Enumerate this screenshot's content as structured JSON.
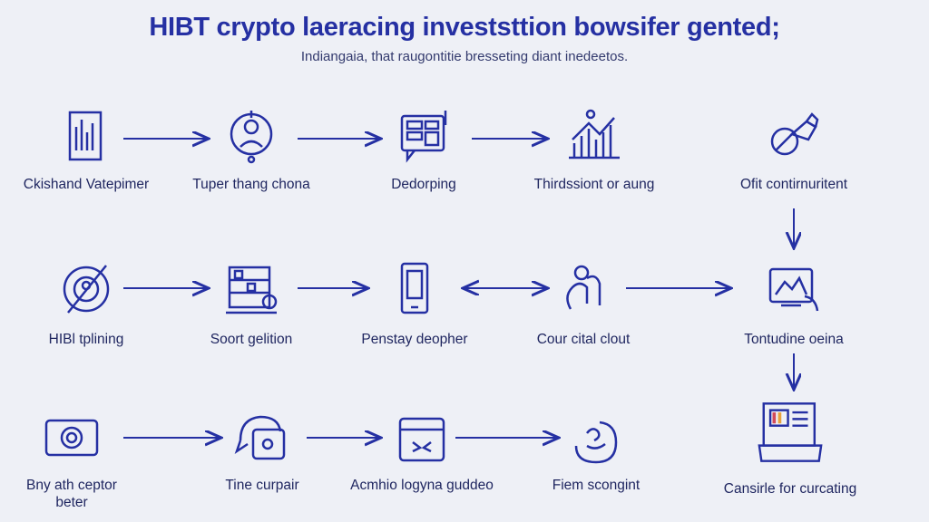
{
  "header": {
    "title": "HIBT crypto laeracing investsttion bowsifer gented;",
    "subtitle": "Indiangaia, that raugontitie bresseting diant inedeetos."
  },
  "nodes": [
    {
      "label": "Ckishand Vatepimer"
    },
    {
      "label": "Tuper thang chona"
    },
    {
      "label": "Dedorping"
    },
    {
      "label": "Thirdssiont or aung"
    },
    {
      "label": "Ofit contirnuritent"
    },
    {
      "label": "HIBl tplining"
    },
    {
      "label": "Soort gelition"
    },
    {
      "label": "Penstay deopher"
    },
    {
      "label": "Cour cital clout"
    },
    {
      "label": "Tontudine oeina"
    },
    {
      "label": "Bny ath ceptor beter"
    },
    {
      "label": "Tine curpair"
    },
    {
      "label": "Acmhio logyna guddeo"
    },
    {
      "label": "Fiem scongint"
    },
    {
      "label": "Cansirle for curcating"
    }
  ],
  "colors": {
    "ink": "#2530a3",
    "background": "#eef0f6"
  }
}
